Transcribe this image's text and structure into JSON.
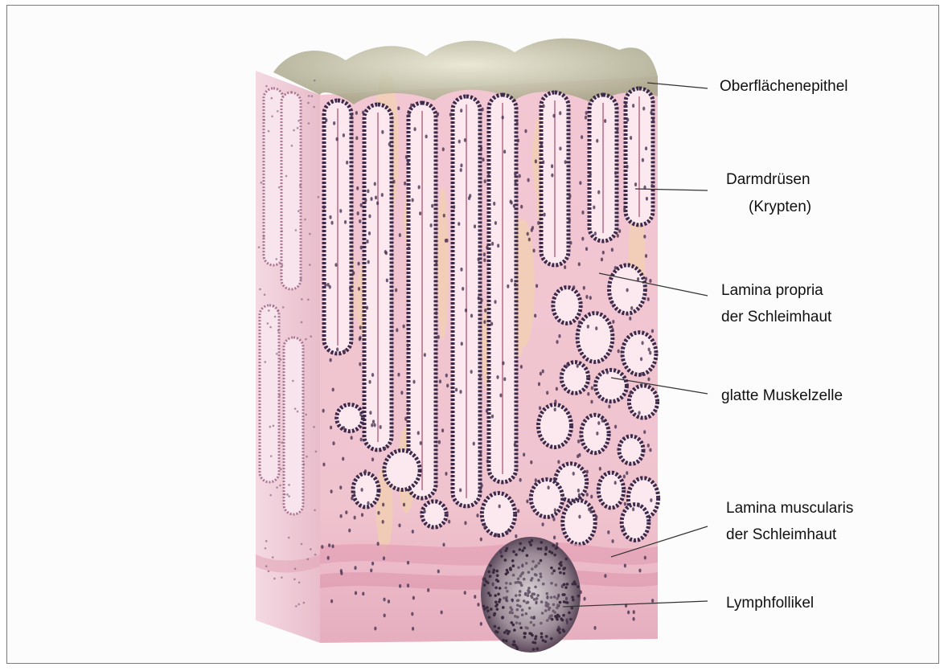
{
  "labels": {
    "surface_epithelium": "Oberflächenepithel",
    "glands_line1": "Darmdrüsen",
    "glands_line2": "(Krypten)",
    "lamina_propria_line1": "Lamina propria",
    "lamina_propria_line2": "der Schleimhaut",
    "smooth_muscle": "glatte Muskelzelle",
    "muscularis_line1": "Lamina muscularis",
    "muscularis_line2": "der Schleimhaut",
    "lymph_follicle": "Lymphfollikel"
  },
  "colors": {
    "tissue_pink": "#f1c4d2",
    "front_face": "#eebfcb",
    "side_face": "#f0d0dc",
    "stroma_yellow": "#f3d6a6",
    "crypt_lining": "#3b2a4a",
    "crypt_lumen": "#fbe9ef",
    "mucus_grey": "#c9c7ad",
    "leader_line": "#333333"
  }
}
